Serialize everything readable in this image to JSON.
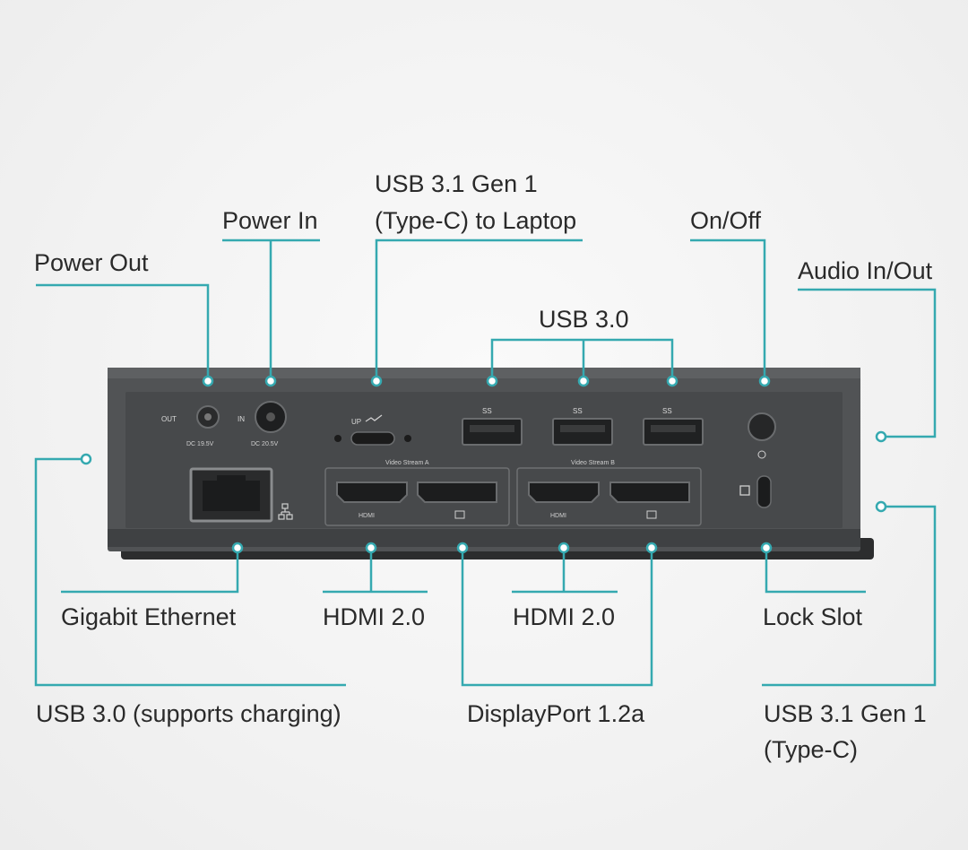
{
  "labels": {
    "power_out": "Power Out",
    "power_in": "Power In",
    "usbc_laptop_line1": "USB 3.1 Gen 1",
    "usbc_laptop_line2": "(Type-C) to Laptop",
    "on_off": "On/Off",
    "audio": "Audio In/Out",
    "usb30": "USB 3.0",
    "gigabit": "Gigabit Ethernet",
    "hdmi_a": "HDMI 2.0",
    "hdmi_b": "HDMI 2.0",
    "lock": "Lock Slot",
    "usb_charging": "USB 3.0 (supports charging)",
    "displayport": "DisplayPort 1.2a",
    "usbc_line1": "USB 3.1 Gen 1",
    "usbc_line2": "(Type-C)"
  },
  "device": {
    "out_label": "OUT",
    "out_rating": "DC 19.5V",
    "in_label": "IN",
    "in_rating": "DC 20.5V",
    "upstream_label": "UP",
    "stream_a": "Video Stream A",
    "stream_b": "Video Stream B",
    "hdmi_print_a": "HDMI",
    "hdmi_print_b": "HDMI",
    "usb_logo": "SS"
  },
  "colors": {
    "accent": "#35a9b0",
    "device_body": "#4a4c4e",
    "background": "#f3f3f3"
  }
}
